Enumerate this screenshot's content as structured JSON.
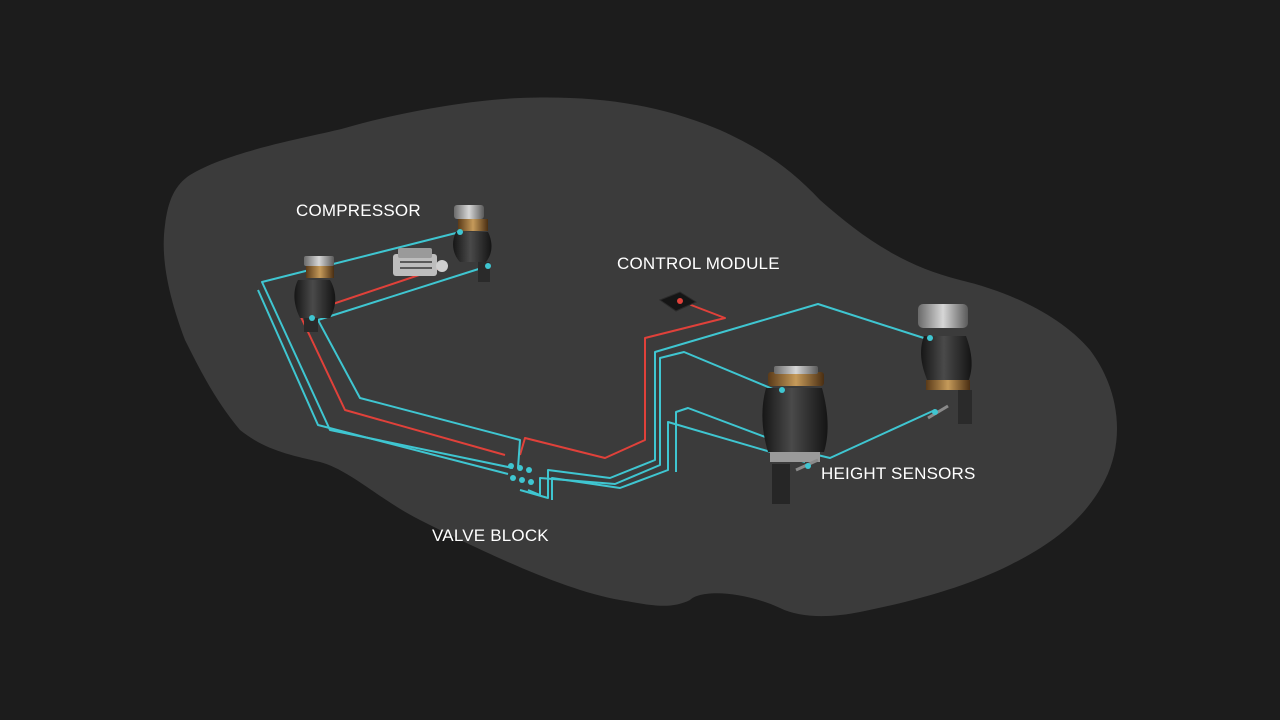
{
  "diagram": {
    "labels": {
      "compressor": "COMPRESSOR",
      "control_module": "CONTROL MODULE",
      "height_sensors": "HEIGHT SENSORS",
      "valve_block": "VALVE BLOCK"
    },
    "colors": {
      "background": "#1c1c1c",
      "car_silhouette": "#3b3b3b",
      "air_line": "#3fc6d1",
      "power_line": "#e0413a",
      "text": "#ffffff"
    },
    "components": [
      "car-silhouette",
      "compressor",
      "control-module",
      "valve-block",
      "air-spring",
      "height-sensor"
    ]
  }
}
